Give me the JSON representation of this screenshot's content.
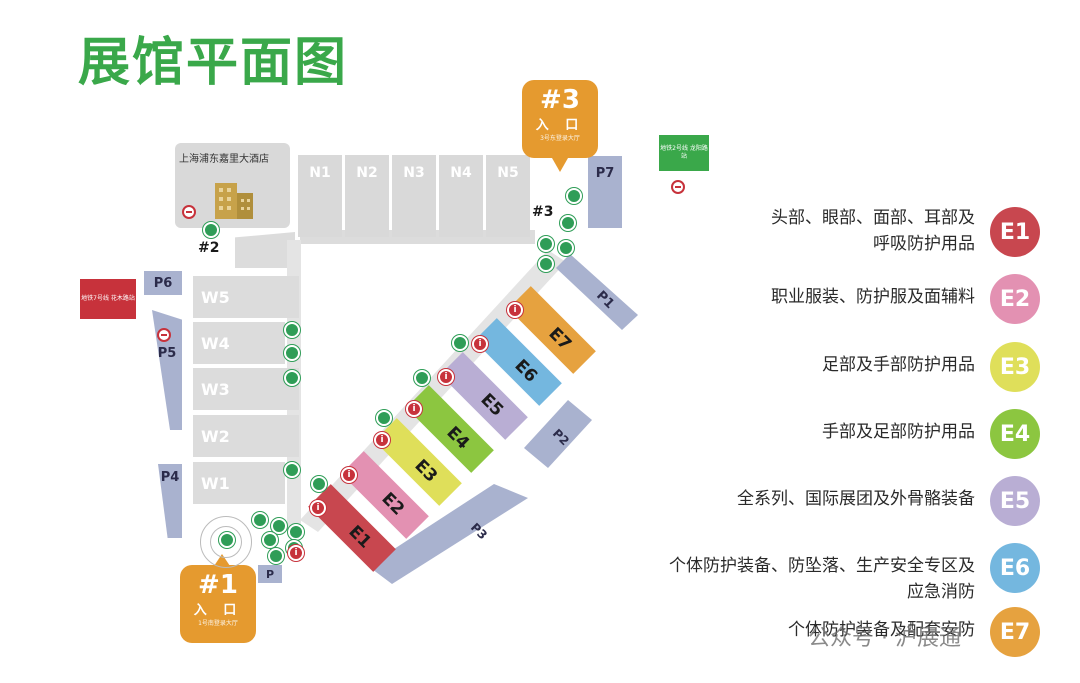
{
  "title": "展馆平面图",
  "hotel": {
    "name": "上海浦东嘉里大酒店"
  },
  "north_halls": [
    "N1",
    "N2",
    "N3",
    "N4",
    "N5"
  ],
  "west_halls": [
    "W5",
    "W4",
    "W3",
    "W2",
    "W1"
  ],
  "parking": {
    "p1": "P1",
    "p2": "P2",
    "p3": "P3",
    "p4": "P4",
    "p5": "P5",
    "p6": "P6",
    "p7": "P7",
    "p_small": "P"
  },
  "east_halls": [
    {
      "code": "E1",
      "color": "#c8474f"
    },
    {
      "code": "E2",
      "color": "#e391b2"
    },
    {
      "code": "E3",
      "color": "#dfdf5a"
    },
    {
      "code": "E4",
      "color": "#8cc640"
    },
    {
      "code": "E5",
      "color": "#b9aed4"
    },
    {
      "code": "E6",
      "color": "#74b7df"
    },
    {
      "code": "E7",
      "color": "#e6a23f"
    }
  ],
  "entrances": {
    "e1": {
      "num": "#1",
      "label": "入 口",
      "sub": "1号南登录大厅"
    },
    "e3": {
      "num": "#3",
      "label": "入 口",
      "sub": "3号东登录大厅"
    }
  },
  "gate_labels": {
    "g2": "#2",
    "g3": "#3"
  },
  "metro_signs": {
    "line2": "地铁2号线 龙阳路站",
    "line7": "地铁7号线 花木路站"
  },
  "legend": [
    {
      "code": "E1",
      "text_line1": "头部、眼部、面部、耳部及",
      "text_line2": "呼吸防护用品",
      "color": "#c8474f"
    },
    {
      "code": "E2",
      "text_line1": "职业服装、防护服及面辅料",
      "text_line2": "",
      "color": "#e391b2"
    },
    {
      "code": "E3",
      "text_line1": "足部及手部防护用品",
      "text_line2": "",
      "color": "#dfdf5a"
    },
    {
      "code": "E4",
      "text_line1": "手部及足部防护用品",
      "text_line2": "",
      "color": "#8cc640"
    },
    {
      "code": "E5",
      "text_line1": "全系列、国际展团及外骨骼装备",
      "text_line2": "",
      "color": "#b9aed4"
    },
    {
      "code": "E6",
      "text_line1": "个体防护装备、防坠落、生产安全专区及应急消防",
      "text_line2": "",
      "color": "#74b7df"
    },
    {
      "code": "E7",
      "text_line1": "个体防护装备及配套安防",
      "text_line2": "",
      "color": "#e6a23f"
    }
  ],
  "watermark": "公众号 · 沪展通"
}
